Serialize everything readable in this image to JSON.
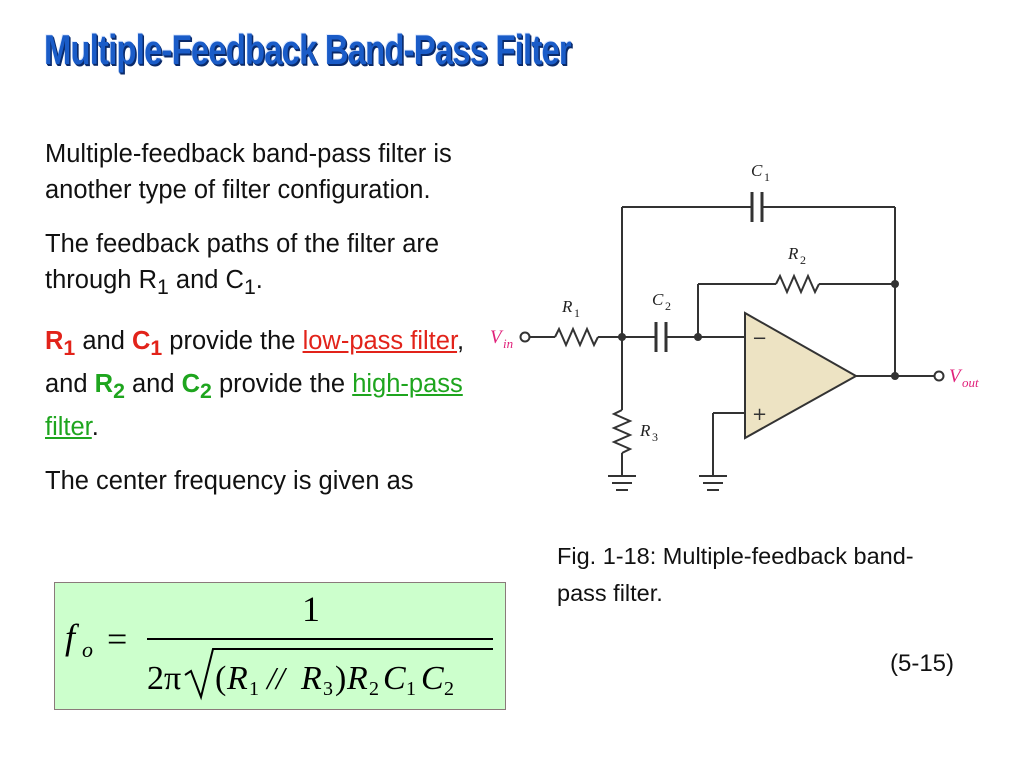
{
  "slide": {
    "title": "Multiple-Feedback  Band-Pass Filter",
    "paragraph1": "Multiple-feedback band-pass filter is another type of filter configuration.",
    "paragraph2": {
      "part1": "The feedback paths of the filter are through R",
      "sub1": "1",
      "and": " and C",
      "sub2": "1",
      "end": "."
    },
    "paragraph3": {
      "r1_letter": "R",
      "r1_sub": "1",
      "and1": " and ",
      "c1_letter": "C",
      "c1_sub": "1",
      "provide1": " provide the ",
      "lowpass": "low-pass filter",
      "and2": ", and ",
      "r2_letter": "R",
      "r2_sub": "2",
      "and3": " and ",
      "c2_letter": "C",
      "c2_sub": "2",
      "provide2": " provide the ",
      "highpass": "high-pass filter",
      "end": "."
    },
    "paragraph4": "The center frequency is given as",
    "formula": {
      "f": "f",
      "o": "o",
      "equals": "=",
      "numerator": "1",
      "two_pi": "2π",
      "r1": "R",
      "r1_sub": "1",
      "par": "//",
      "r3": "R",
      "r3_sub": "3",
      "r2": "R",
      "r2_sub": "2",
      "c1": "C",
      "c1_sub": "1",
      "c2": "C",
      "c2_sub": "2"
    },
    "caption": "Fig. 1-18: Multiple-feedback band-pass filter.",
    "equation_number": "(5-15)"
  },
  "circuit": {
    "labels": {
      "c1": "C",
      "c1_sub": "1",
      "c2": "C",
      "c2_sub": "2",
      "r1": "R",
      "r1_sub": "1",
      "r2": "R",
      "r2_sub": "2",
      "r3": "R",
      "r3_sub": "3",
      "vin": "V",
      "vin_sub": "in",
      "vout": "V",
      "vout_sub": "out",
      "minus": "−",
      "plus": "+"
    }
  },
  "colors": {
    "title": "#1a5cc8",
    "highlight_red": "#e2231a",
    "highlight_green": "#1ea51e",
    "formula_bg": "#ccffcc",
    "opamp_fill": "#ede3c3",
    "io_label": "#e0207a"
  }
}
